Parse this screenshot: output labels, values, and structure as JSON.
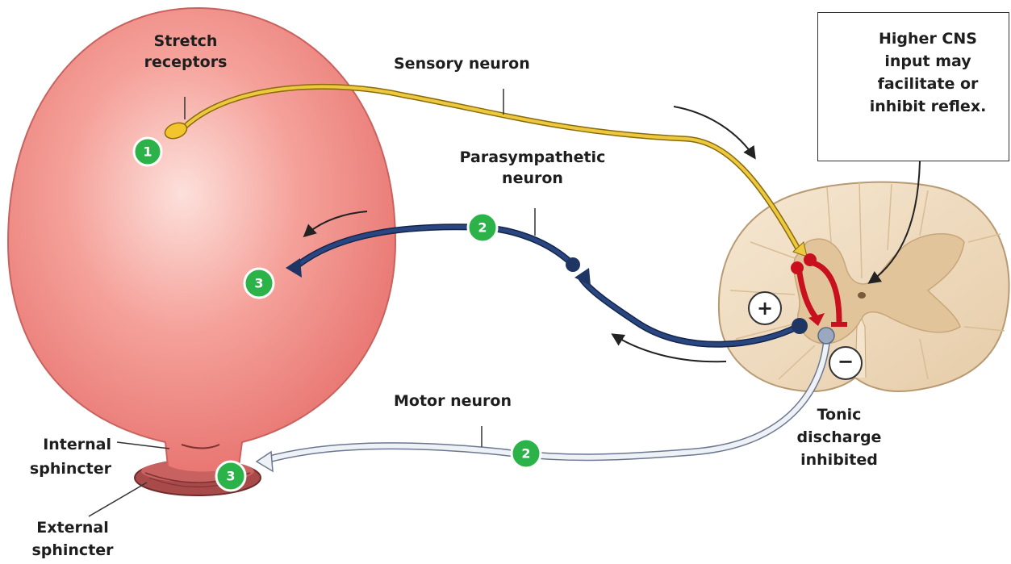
{
  "labels": {
    "stretch_receptors": [
      "Stretch",
      "receptors"
    ],
    "sensory_neuron": "Sensory neuron",
    "parasympathetic_neuron": [
      "Parasympathetic",
      "neuron"
    ],
    "motor_neuron": "Motor neuron",
    "higher_cns": [
      "Higher CNS",
      "input may",
      "facilitate or",
      "inhibit reflex."
    ],
    "tonic_discharge": [
      "Tonic",
      "discharge",
      "inhibited"
    ],
    "internal_sphincter": [
      "Internal",
      "sphincter"
    ],
    "external_sphincter": [
      "External",
      "sphincter"
    ]
  },
  "badges": {
    "step_1": "1",
    "step_2_parasympathetic": "2",
    "step_3_bladder": "3",
    "step_2_motor": "2",
    "step_3_sphincter": "3"
  },
  "signs": {
    "plus": "+",
    "minus": "−"
  },
  "colors": {
    "bladder": "#f08a86",
    "sensory_neuron": "#e8c23a",
    "parasympathetic_neuron": "#1f3563",
    "motor_neuron": "#e4e8ee",
    "interneurons": "#c8101e",
    "spinal_cord": "#efdcc0",
    "badge": "#2bb34a"
  }
}
